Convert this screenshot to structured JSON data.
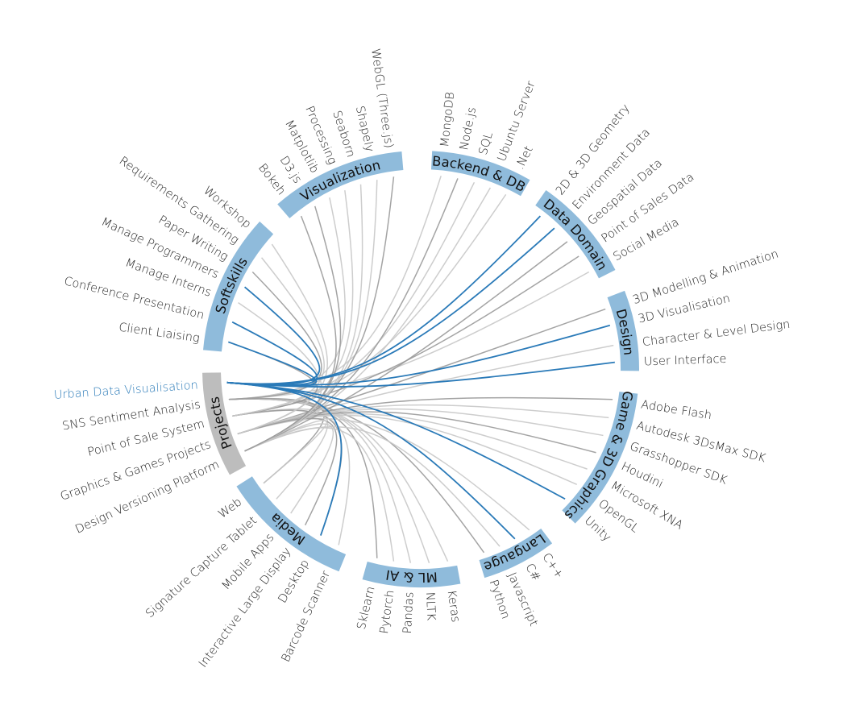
{
  "colors": {
    "group_arc": "#8fbbdb",
    "projects_arc": "#bdbdbd",
    "highlight": "#2a7ab8",
    "edge": "#c8c8c8",
    "project_edge": "#9a9a9a"
  },
  "highlighted_project": "Urban Data Visualisation",
  "groups": [
    {
      "name": "Backend & DB",
      "start": 3,
      "end": 30,
      "leaves": [
        [
          "MongoDB",
          6
        ],
        [
          "Node.js",
          11
        ],
        [
          "SQL",
          16
        ],
        [
          "Ubuntu Server",
          21
        ],
        [
          ".Net",
          26
        ]
      ]
    },
    {
      "name": "Data Domain",
      "start": 35,
      "end": 63,
      "leaves": [
        [
          "2D & 3D Geometry",
          38
        ],
        [
          "Environment Data",
          43.5
        ],
        [
          "Geospatial Data",
          49
        ],
        [
          "Point of Sales Data",
          54.5
        ],
        [
          "Social Media",
          60
        ]
      ]
    },
    {
      "name": "Design",
      "start": 69,
      "end": 90.5,
      "leaves": [
        [
          "3D Modelling & Animation",
          72
        ],
        [
          "3D Visualisation",
          77
        ],
        [
          "Character & Level Design",
          83
        ],
        [
          "User Interface",
          88
        ]
      ]
    },
    {
      "name": "Game & 3D Graphics",
      "start": 96.5,
      "end": 135,
      "leaves": [
        [
          "Adobe Flash",
          99
        ],
        [
          "Autodesk 3DsMax SDK",
          104.5
        ],
        [
          "Grasshopper SDK",
          110
        ],
        [
          "Houdini",
          115.5
        ],
        [
          "Microsoft XNA",
          121
        ],
        [
          "OpenGL",
          126.5
        ],
        [
          "Unity",
          132
        ]
      ]
    },
    {
      "name": "Langauge",
      "start": 143,
      "end": 163,
      "leaves": [
        [
          "C++",
          146
        ],
        [
          "C#",
          151
        ],
        [
          "Javascript",
          156
        ],
        [
          "Python",
          161
        ]
      ]
    },
    {
      "name": "ML & AI",
      "start": 169.5,
      "end": 195.5,
      "leaves": [
        [
          "Keras",
          172
        ],
        [
          "NLTK",
          177.5
        ],
        [
          "Pandas",
          183
        ],
        [
          "Pytorch",
          188
        ],
        [
          "Sklearn",
          193
        ]
      ]
    },
    {
      "name": "Media",
      "start": 202,
      "end": 237.5,
      "leaves": [
        [
          "Barcode Scanner",
          205
        ],
        [
          "Desktop",
          211
        ],
        [
          "Interactive Large Display",
          216.5
        ],
        [
          "Mobile Apps",
          222
        ],
        [
          "Signature Capture Tablet",
          228
        ],
        [
          "Web",
          234
        ]
      ]
    },
    {
      "name": "Projects",
      "start": 241,
      "end": 269,
      "projects": true,
      "leaves": [
        [
          "Design Versioning Platform",
          245
        ],
        [
          "Graphics & Games Projects",
          250.5
        ],
        [
          "Point of Sale System",
          256
        ],
        [
          "SNS Sentiment Analysis",
          261
        ],
        [
          "Urban Data Visualisation",
          266
        ]
      ]
    },
    {
      "name": "Softskills",
      "start": 275,
      "end": 312.5,
      "leaves": [
        [
          "Client Liaising",
          278
        ],
        [
          "Conference Presentation",
          284
        ],
        [
          "Manage Interns",
          290
        ],
        [
          "Manage Programmers",
          295
        ],
        [
          "Paper Writing",
          300
        ],
        [
          "Requirements Gathering",
          305
        ],
        [
          "Workshop",
          310
        ]
      ]
    },
    {
      "name": "Visualization",
      "start": 319,
      "end": 355,
      "leaves": [
        [
          "Bokeh",
          322
        ],
        [
          "D3.js",
          327
        ],
        [
          "Matplotlib",
          332
        ],
        [
          "Processing",
          337
        ],
        [
          "Seaborn",
          342
        ],
        [
          "Shapely",
          347
        ],
        [
          "WebGL (Three.js)",
          352
        ]
      ]
    }
  ],
  "links": {
    "Urban Data Visualisation": [
      "Manage Programmers",
      "Conference Presentation",
      "Client Liaising",
      "2D & 3D Geometry",
      "Environment Data",
      "3D Visualisation",
      "User Interface",
      "Unity",
      "C#",
      "Desktop"
    ],
    "SNS Sentiment Analysis": [
      "Python",
      "NLTK",
      "Pandas",
      "Sklearn",
      "Keras",
      "Social Media",
      "Web",
      "Matplotlib",
      "MongoDB",
      "Paper Writing"
    ],
    "Point of Sale System": [
      "Point of Sales Data",
      "Barcode Scanner",
      "Signature Capture Tablet",
      "Desktop",
      "SQL",
      ".Net",
      "Client Liaising",
      "Requirements Gathering"
    ],
    "Graphics & Games Projects": [
      "Adobe Flash",
      "Autodesk 3DsMax SDK",
      "Grasshopper SDK",
      "Houdini",
      "Microsoft XNA",
      "OpenGL",
      "3D Modelling & Animation",
      "Character & Level Design",
      "C++",
      "Interactive Large Display",
      "Processing",
      "Workshop"
    ],
    "Design Versioning Platform": [
      "Node.js",
      "Ubuntu Server",
      "Javascript",
      "WebGL (Three.js)",
      "Shapely",
      "Seaborn",
      "Bokeh",
      "Web",
      "Pytorch",
      "Geospatial Data",
      "Manage Interns",
      "Mobile Apps",
      "D3.js"
    ]
  }
}
